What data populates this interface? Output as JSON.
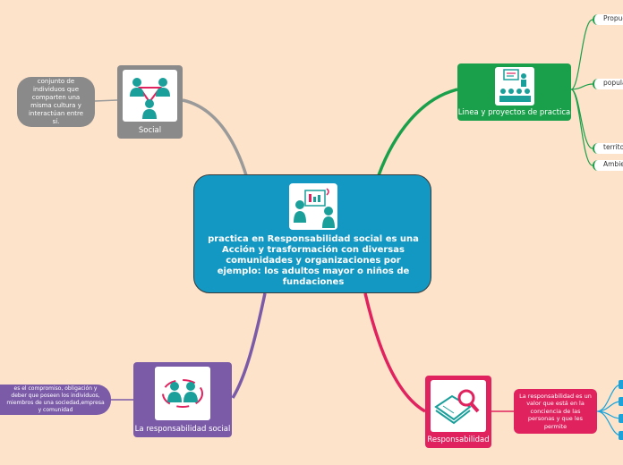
{
  "central": {
    "text": "practica en Responsabilidad social es una Acción y  trasformación con diversas comunidades y organizaciones por ejemplo: los adultos mayor o niños de fundaciones",
    "icon": "meeting-icon"
  },
  "topics": {
    "social": {
      "label": "Social",
      "icon": "people-network-icon",
      "color": "#8a8a8a",
      "note": "conjunto de individuos que comparten una misma cultura y interactúan entre sí."
    },
    "linea": {
      "label": "Linea y proyectos de practica",
      "icon": "presentation-audience-icon",
      "color": "#1a9f4b",
      "subitems": [
        "Propue",
        "popula",
        "territo",
        "Ambie"
      ]
    },
    "responsabilidad_social": {
      "label": "La responsabilidad social",
      "icon": "people-cycle-icon",
      "color": "#7b5ba8",
      "note": "es el compromiso, obligación y deber que poseen los individuos, miembros de una sociedad,empresa y comunidad"
    },
    "responsabilidad": {
      "label": "Responsabilidad",
      "icon": "book-magnifier-icon",
      "color": "#e0225f",
      "note": "La responsabilidad es un valor que está en la conciencia de las personas y que les permite"
    }
  }
}
